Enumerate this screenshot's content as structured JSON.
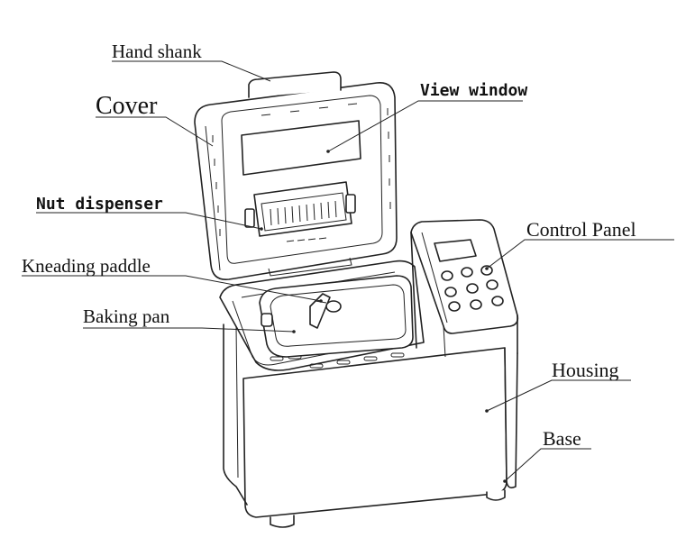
{
  "labels": {
    "hand_shank": "Hand shank",
    "cover": "Cover",
    "view_window": "View window",
    "nut_dispenser": "Nut dispenser",
    "kneading_paddle": "Kneading paddle",
    "baking_pan": "Baking pan",
    "control_panel": "Control Panel",
    "housing": "Housing",
    "base": "Base"
  }
}
